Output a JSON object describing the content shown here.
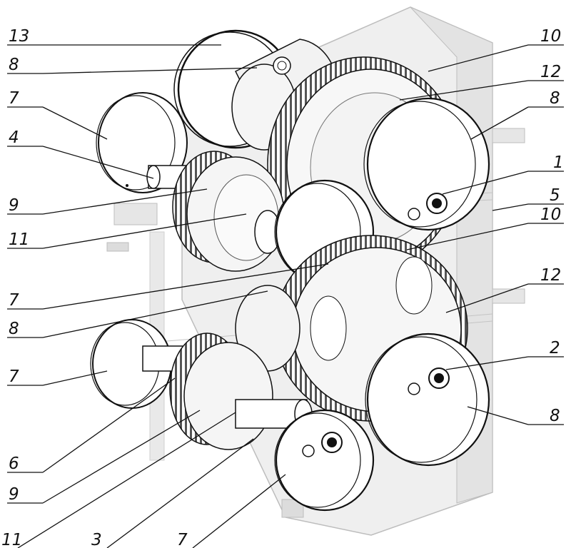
{
  "colors": {
    "line": "#111111",
    "housing_fill": "#ececec",
    "part_fill": "#ffffff",
    "shadow": "#cfcfcf"
  },
  "callouts": {
    "left": [
      "13",
      "8",
      "7",
      "4",
      "9",
      "11",
      "7",
      "8",
      "7",
      "6",
      "9",
      "11"
    ],
    "right": [
      "10",
      "12",
      "8",
      "1",
      "5",
      "10",
      "12",
      "2",
      "8"
    ],
    "bottom": [
      "3",
      "7"
    ]
  }
}
